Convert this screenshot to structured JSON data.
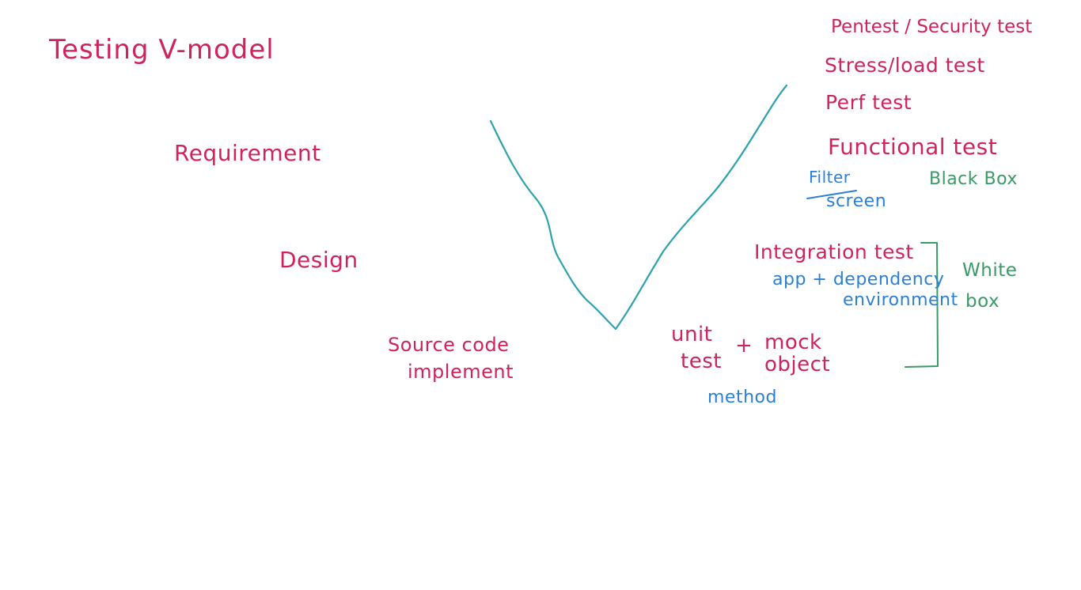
{
  "colors": {
    "red_ink": "#d0235e",
    "blue_ink": "#2a80d6",
    "green_ink": "#3a9a66",
    "teal_ink": "#2aa3ad"
  },
  "title": {
    "text": "Testing V-model"
  },
  "left_side": {
    "requirement": "Requirement",
    "design": "Design",
    "source_code": "Source code",
    "implement": "implement"
  },
  "right_side": {
    "pentest": "Pentest / Security test",
    "stress": "Stress/load test",
    "perf": "Perf test",
    "functional": "Functional test",
    "filter": "Filter",
    "screen": "screen",
    "black_box": "Black Box",
    "integration": "Integration test",
    "app_dependency": "app + dependency",
    "environment": "environment",
    "white": "White",
    "box": "box",
    "unit": "unit",
    "test": "test",
    "plus": "+",
    "mock": "mock",
    "object": "object",
    "method": "method"
  }
}
